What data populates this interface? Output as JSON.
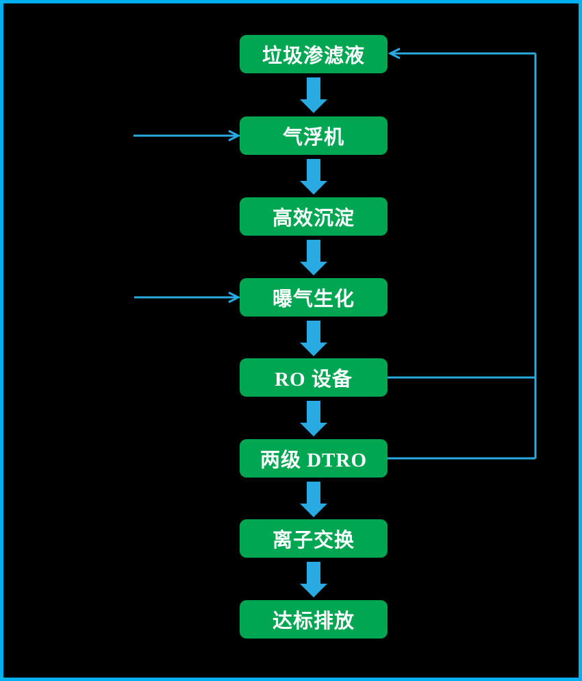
{
  "diagram": {
    "type": "flowchart",
    "description": "Vertical landfill-leachate treatment process flow with recycle lines",
    "nodes": [
      {
        "id": "leachate",
        "label": "垃圾渗滤液"
      },
      {
        "id": "air-flotation",
        "label": "气浮机"
      },
      {
        "id": "sedimentation",
        "label": "高效沉淀"
      },
      {
        "id": "aeration",
        "label": "曝气生化"
      },
      {
        "id": "ro-equipment",
        "label": "RO 设备"
      },
      {
        "id": "two-stage-dtro",
        "label": "两级 DTRO"
      },
      {
        "id": "ion-exchange",
        "label": "离子交换"
      },
      {
        "id": "discharge",
        "label": "达标排放"
      }
    ],
    "edges": [
      {
        "from": "垃圾渗滤液",
        "to": "气浮机",
        "type": "block-arrow-down"
      },
      {
        "from": "气浮机",
        "to": "高效沉淀",
        "type": "block-arrow-down"
      },
      {
        "from": "高效沉淀",
        "to": "曝气生化",
        "type": "block-arrow-down"
      },
      {
        "from": "曝气生化",
        "to": "RO 设备",
        "type": "block-arrow-down"
      },
      {
        "from": "RO 设备",
        "to": "两级 DTRO",
        "type": "block-arrow-down"
      },
      {
        "from": "两级 DTRO",
        "to": "离子交换",
        "type": "block-arrow-down"
      },
      {
        "from": "离子交换",
        "to": "达标排放",
        "type": "block-arrow-down"
      },
      {
        "from": "RO 设备",
        "to": "垃圾渗滤液",
        "type": "return-line-right"
      },
      {
        "from": "两级 DTRO",
        "to": "垃圾渗滤液",
        "type": "return-line-right"
      },
      {
        "from": "external",
        "to": "气浮机",
        "type": "inflow-arrow-left"
      },
      {
        "from": "external",
        "to": "曝气生化",
        "type": "inflow-arrow-left"
      }
    ],
    "colors": {
      "node_fill": "#00A651",
      "node_text": "#FFFFFF",
      "connector_blue": "#29ABE2",
      "frame_border": "#00B0F0",
      "background": "#000000"
    }
  }
}
